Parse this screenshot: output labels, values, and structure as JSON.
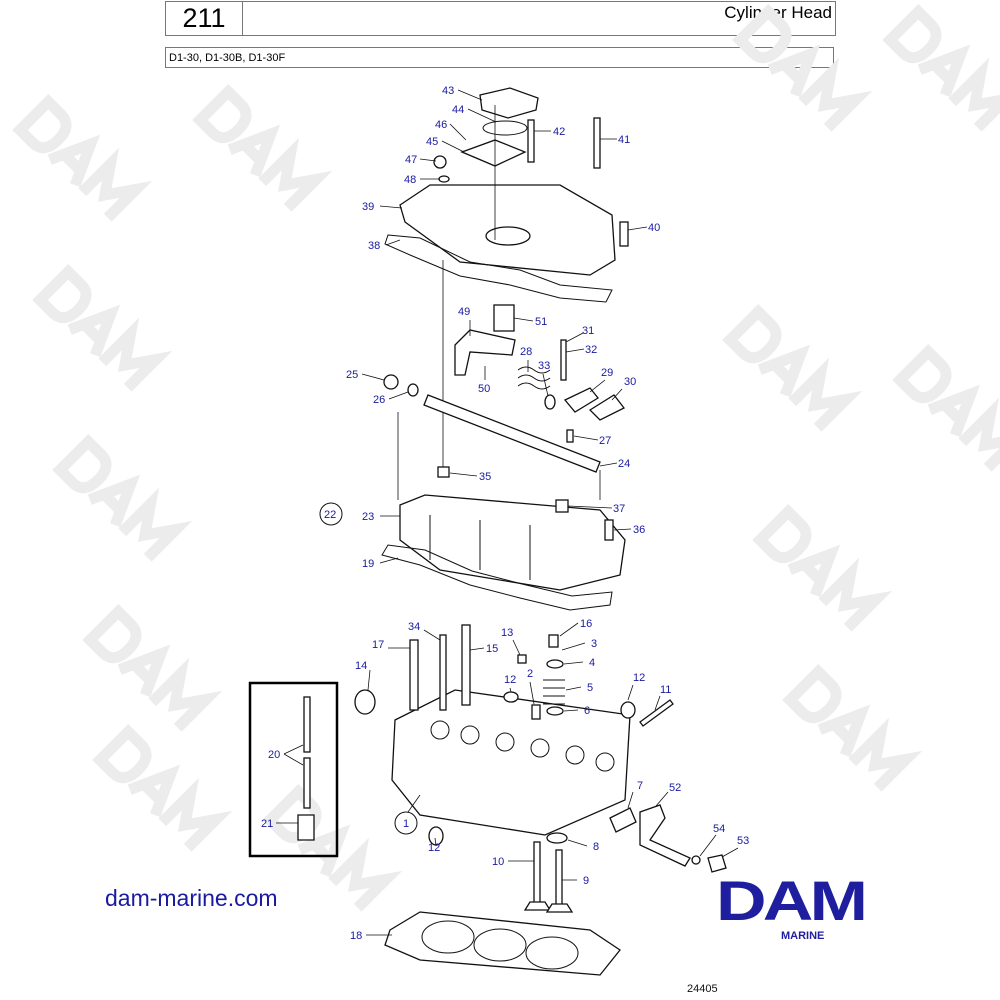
{
  "header": {
    "page_number": "211",
    "title": "Cylinder Head",
    "models": "D1-30, D1-30B, D1-30F"
  },
  "watermark": "DAM",
  "callouts": {
    "c43": "43",
    "c44": "44",
    "c46": "46",
    "c42": "42",
    "c41": "41",
    "c45": "45",
    "c47": "47",
    "c48": "48",
    "c39": "39",
    "c40": "40",
    "c38": "38",
    "c49": "49",
    "c51": "51",
    "c31": "31",
    "c32": "32",
    "c28": "28",
    "c33": "33",
    "c29": "29",
    "c30": "30",
    "c25": "25",
    "c26": "26",
    "c50": "50",
    "c27": "27",
    "c24": "24",
    "c35": "35",
    "c22": "22",
    "c37": "37",
    "c23": "23",
    "c36": "36",
    "c19": "19",
    "c16": "16",
    "c34": "34",
    "c13": "13",
    "c3": "3",
    "c17": "17",
    "c15": "15",
    "c4": "4",
    "c14": "14",
    "c12a": "12",
    "c2": "2",
    "c12b": "12",
    "c11": "11",
    "c5": "5",
    "c6": "6",
    "c20": "20",
    "c7": "7",
    "c52": "52",
    "c1": "1",
    "c21": "21",
    "c54": "54",
    "c53": "53",
    "c8": "8",
    "c12c": "12",
    "c10": "10",
    "c9": "9",
    "c18": "18"
  },
  "footer": {
    "website": "dam-marine.com",
    "logo": "DAM",
    "logo_sub": "MARINE",
    "figure_number": "24405"
  },
  "colors": {
    "label": "#1a1aa0",
    "brand": "#1e1e9e"
  }
}
